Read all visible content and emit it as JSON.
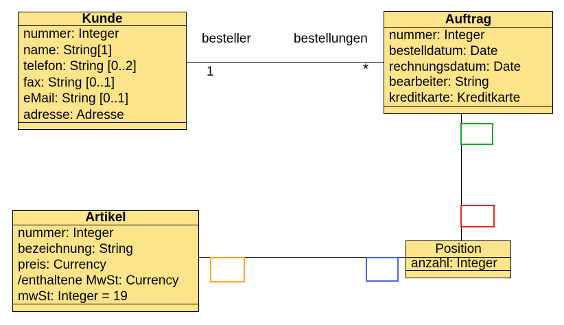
{
  "diagram": {
    "type": "uml-class-diagram",
    "background_color": "#FFFFFF",
    "class_fill_color": "#FBE48A",
    "class_border_color": "#000000"
  },
  "classes": {
    "kunde": {
      "title": "Kunde",
      "attributes": [
        "nummer: Integer",
        "name: String[1]",
        "telefon: String [0..2]",
        "fax: String [0..1]",
        "eMail: String [0..1]",
        "adresse: Adresse"
      ]
    },
    "auftrag": {
      "title": "Auftrag",
      "attributes": [
        "nummer: Integer",
        "bestelldatum: Date",
        "rechnungsdatum: Date",
        "bearbeiter: String",
        "kreditkarte: Kreditkarte"
      ]
    },
    "artikel": {
      "title": "Artikel",
      "attributes": [
        "nummer: Integer",
        "bezeichnung: String",
        "preis: Currency",
        "/enthaltene MwSt: Currency",
        "mwSt: Integer = 19"
      ]
    },
    "position": {
      "title": "Position",
      "attributes": [
        "anzahl: Integer"
      ]
    }
  },
  "associations": {
    "kunde_auftrag": {
      "role_left": "besteller",
      "role_right": "bestellungen",
      "multiplicity_left": "1",
      "multiplicity_right": "*"
    },
    "auftrag_position": {
      "markers": [
        "green",
        "red"
      ]
    },
    "artikel_position": {
      "markers": [
        "orange",
        "blue"
      ]
    }
  },
  "marker_colors": {
    "green": "#1CA32C",
    "red": "#F51D1D",
    "orange": "#FFA51E",
    "blue": "#4169E1"
  }
}
